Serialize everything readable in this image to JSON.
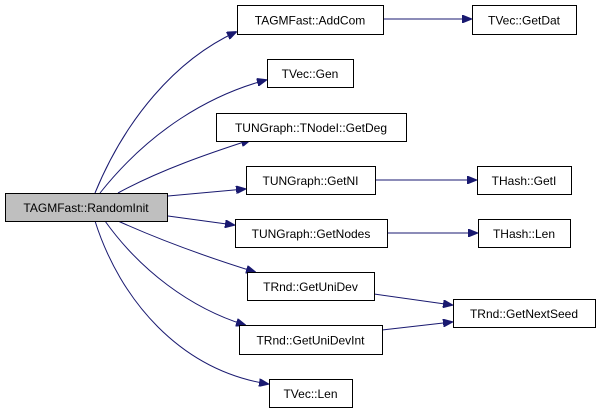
{
  "graph": {
    "nodes": [
      {
        "id": "randominit",
        "label": "TAGMFast::RandomInit",
        "root": true
      },
      {
        "id": "addcom",
        "label": "TAGMFast::AddCom"
      },
      {
        "id": "getdat",
        "label": "TVec::GetDat"
      },
      {
        "id": "gen",
        "label": "TVec::Gen"
      },
      {
        "id": "getdeg",
        "label": "TUNGraph::TNodeI::GetDeg"
      },
      {
        "id": "getni",
        "label": "TUNGraph::GetNI"
      },
      {
        "id": "geti",
        "label": "THash::GetI"
      },
      {
        "id": "getnodes",
        "label": "TUNGraph::GetNodes"
      },
      {
        "id": "hashlen",
        "label": "THash::Len"
      },
      {
        "id": "getunidev",
        "label": "TRnd::GetUniDev"
      },
      {
        "id": "getnextseed",
        "label": "TRnd::GetNextSeed"
      },
      {
        "id": "getunidevint",
        "label": "TRnd::GetUniDevInt"
      },
      {
        "id": "veclen",
        "label": "TVec::Len"
      }
    ],
    "edges": [
      {
        "from": "randominit",
        "to": "addcom"
      },
      {
        "from": "randominit",
        "to": "gen"
      },
      {
        "from": "randominit",
        "to": "getdeg"
      },
      {
        "from": "randominit",
        "to": "getni"
      },
      {
        "from": "randominit",
        "to": "getnodes"
      },
      {
        "from": "randominit",
        "to": "getunidev"
      },
      {
        "from": "randominit",
        "to": "getunidevint"
      },
      {
        "from": "randominit",
        "to": "veclen"
      },
      {
        "from": "addcom",
        "to": "getdat"
      },
      {
        "from": "getni",
        "to": "geti"
      },
      {
        "from": "getnodes",
        "to": "hashlen"
      },
      {
        "from": "getunidev",
        "to": "getnextseed"
      },
      {
        "from": "getunidevint",
        "to": "getnextseed"
      }
    ]
  }
}
